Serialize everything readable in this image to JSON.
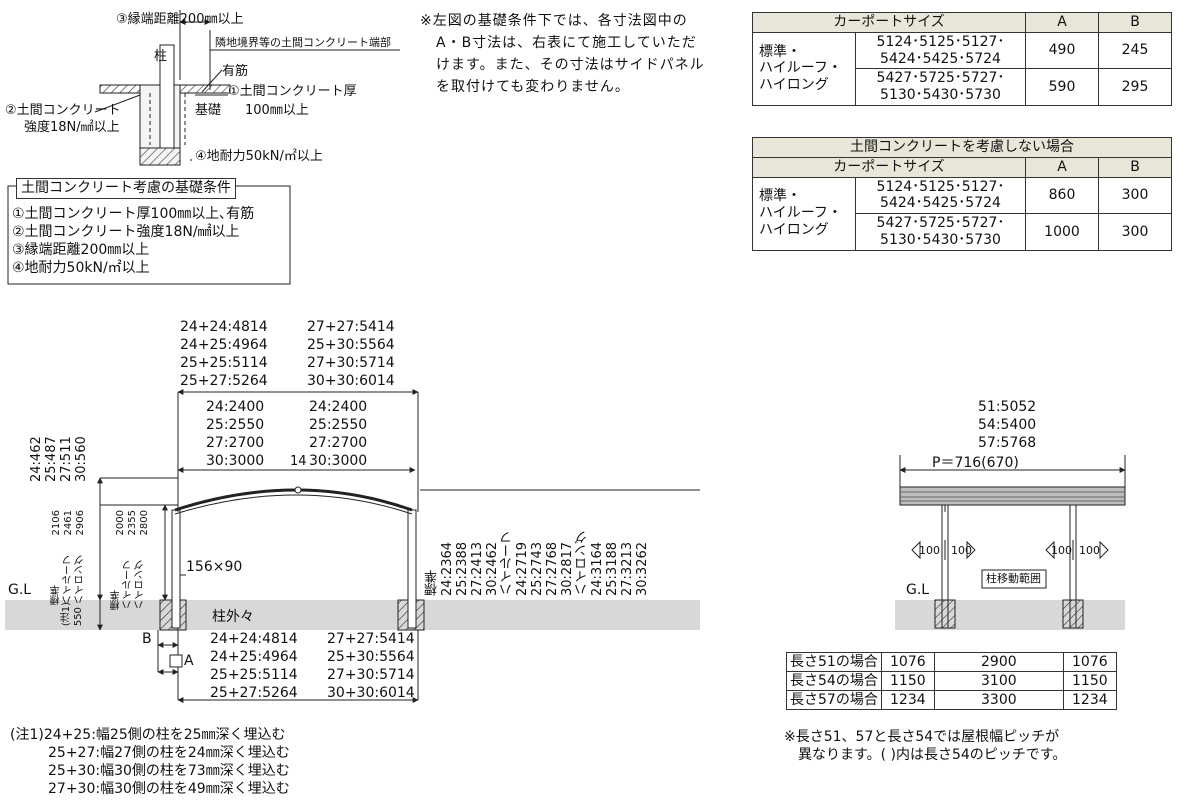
{
  "foundation": {
    "edge_distance": "③縁端距離200㎜以上",
    "boundary": "隣地境界等の土間コンクリート端部",
    "pillar": "柱",
    "rebar": "有筋",
    "slab_thickness_1": "①土間コンクリート厚",
    "slab_thickness_2": "100㎜以上",
    "base": "基礎",
    "strength_1": "②土間コンクリート",
    "strength_2": "強度18N/㎟以上",
    "bearing": "④地耐力50kN/㎡以上",
    "conditions_title": "土間コンクリート考慮の基礎条件",
    "conditions": [
      "①土間コンクリート厚100㎜以上､有筋",
      "②土間コンクリート強度18N/㎟以上",
      "③縁端距離200㎜以上",
      "④地耐力50kN/㎡以上"
    ]
  },
  "note_text": [
    "※左図の基礎条件下では、各寸法図中の",
    "A・B寸法は、右表にて施工していただ",
    "けます。また、その寸法はサイドパネル",
    "を取付けても変わりません。"
  ],
  "table1": {
    "headers": [
      "カーポートサイズ",
      "A",
      "B"
    ],
    "type_label": [
      "標準・",
      "ハイルーフ・",
      "ハイロング"
    ],
    "rows": [
      {
        "sizes": [
          "5124･5125･5127･",
          "5424･5425･5724"
        ],
        "a": "490",
        "b": "245"
      },
      {
        "sizes": [
          "5427･5725･5727･",
          "5130･5430･5730"
        ],
        "a": "590",
        "b": "295"
      }
    ]
  },
  "table2": {
    "title": "土間コンクリートを考慮しない場合",
    "headers": [
      "カーポートサイズ",
      "A",
      "B"
    ],
    "type_label": [
      "標準・",
      "ハイルーフ・",
      "ハイロング"
    ],
    "rows": [
      {
        "sizes": [
          "5124･5125･5127･",
          "5424･5425･5724"
        ],
        "a": "860",
        "b": "300"
      },
      {
        "sizes": [
          "5427･5725･5727･",
          "5130･5430･5730"
        ],
        "a": "1000",
        "b": "300"
      }
    ]
  },
  "front_view": {
    "top_widths": [
      "24+24:4814",
      "27+27:5414",
      "24+25:4964",
      "25+30:5564",
      "25+25:5114",
      "27+30:5714",
      "25+27:5264",
      "30+30:6014"
    ],
    "inner_widths": [
      "24:2400",
      "24:2400",
      "25:2550",
      "25:2550",
      "27:2700",
      "27:2700",
      "30:3000",
      "30:3000"
    ],
    "center_label": "14",
    "left_heights": [
      "24:462",
      "25:487",
      "27:511",
      "30:560"
    ],
    "eave_heights": [
      "2106",
      "2461",
      "2906"
    ],
    "eave_types": [
      "標準",
      "ハイルーフ",
      "ハイロング"
    ],
    "inner_heights": [
      "2000",
      "2355",
      "2800"
    ],
    "inner_types": [
      "標準",
      "ハイルーフ",
      "ハイロング"
    ],
    "post_size": "156×90",
    "gl": "G.L",
    "embed_note": "(注1)",
    "embed_depth": "550",
    "outer_posts": "柱外々",
    "right_heights": [
      "標準",
      "24:2364",
      "25:2388",
      "27:2413",
      "30:2462",
      "ハイルーフ",
      "24:2719",
      "25:2743",
      "27:2768",
      "30:2817",
      "ハイロング",
      "24:3164",
      "25:3188",
      "27:3213",
      "30:3262"
    ],
    "bottom_widths": [
      "24+24:4814",
      "27+27:5414",
      "24+25:4964",
      "25+30:5564",
      "25+25:5114",
      "27+30:5714",
      "25+27:5264",
      "30+30:6014"
    ],
    "dim_b": "B",
    "dim_a": "A"
  },
  "notes": [
    "(注1)24+25:幅25側の柱を25㎜深く埋込む",
    "25+27:幅27側の柱を24㎜深く埋込む",
    "25+30:幅30側の柱を73㎜深く埋込む",
    "27+30:幅30側の柱を49㎜深く埋込む"
  ],
  "side_view": {
    "lengths": [
      "51:5052",
      "54:5400",
      "57:5768"
    ],
    "pitch": "P＝716(670)",
    "gl": "G.L",
    "offsets": [
      "100",
      "100",
      "100",
      "100"
    ],
    "move_range": "柱移動範囲",
    "table": [
      {
        "label": "長さ51の場合",
        "v": [
          "1076",
          "2900",
          "1076"
        ]
      },
      {
        "label": "長さ54の場合",
        "v": [
          "1150",
          "3100",
          "1150"
        ]
      },
      {
        "label": "長さ57の場合",
        "v": [
          "1234",
          "3300",
          "1234"
        ]
      }
    ],
    "note": [
      "※長さ51、57と長さ54では屋根幅ピッチが",
      "異なります。( )内は長さ54のピッチです。"
    ]
  }
}
